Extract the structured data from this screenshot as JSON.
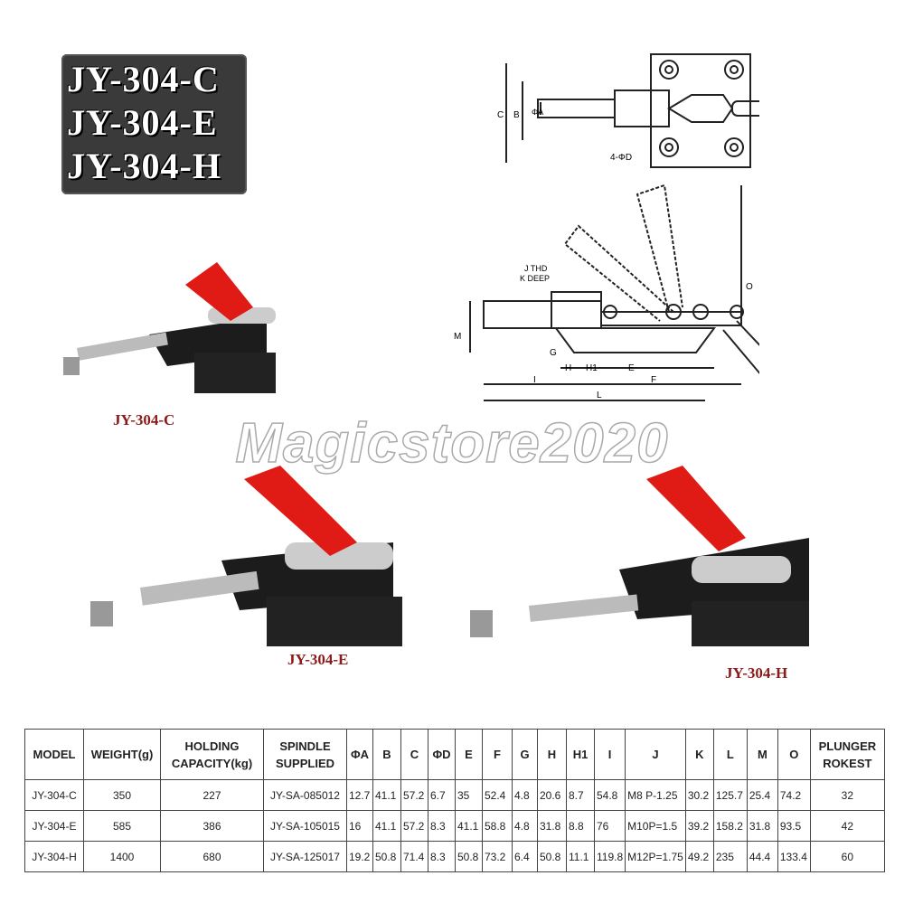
{
  "title_models": [
    "JY-304-C",
    "JY-304-E",
    "JY-304-H"
  ],
  "captions": {
    "c": "JY-304-C",
    "e": "JY-304-E",
    "h": "JY-304-H"
  },
  "watermark": "Magicstore2020",
  "diagram_labels": {
    "c": "C",
    "b": "B",
    "a": "ΦA",
    "d": "4-ΦD",
    "j": "J THD",
    "k": "K DEEP",
    "m": "M",
    "g": "G",
    "h": "H",
    "h1": "H1",
    "e": "E",
    "i": "I",
    "l": "L",
    "f": "F",
    "o": "O"
  },
  "table": {
    "headers": [
      "MODEL",
      "WEIGHT(g)",
      "HOLDING CAPACITY(kg)",
      "SPINDLE SUPPLIED",
      "ΦA",
      "B",
      "C",
      "ΦD",
      "E",
      "F",
      "G",
      "H",
      "H1",
      "I",
      "J",
      "K",
      "L",
      "M",
      "O",
      "PLUNGER ROKEST"
    ],
    "rows": [
      [
        "JY-304-C",
        "350",
        "227",
        "JY-SA-085012",
        "12.7",
        "41.1",
        "57.2",
        "6.7",
        "35",
        "52.4",
        "4.8",
        "20.6",
        "8.7",
        "54.8",
        "M8 P-1.25",
        "30.2",
        "125.7",
        "25.4",
        "74.2",
        "32"
      ],
      [
        "JY-304-E",
        "585",
        "386",
        "JY-SA-105015",
        "16",
        "41.1",
        "57.2",
        "8.3",
        "41.1",
        "58.8",
        "4.8",
        "31.8",
        "8.8",
        "76",
        "M10P=1.5",
        "39.2",
        "158.2",
        "31.8",
        "93.5",
        "42"
      ],
      [
        "JY-304-H",
        "1400",
        "680",
        "JY-SA-125017",
        "19.2",
        "50.8",
        "71.4",
        "8.3",
        "50.8",
        "73.2",
        "6.4",
        "50.8",
        "11.1",
        "119.8",
        "M12P=1.75",
        "49.2",
        "235",
        "44.4",
        "133.4",
        "60"
      ]
    ]
  }
}
